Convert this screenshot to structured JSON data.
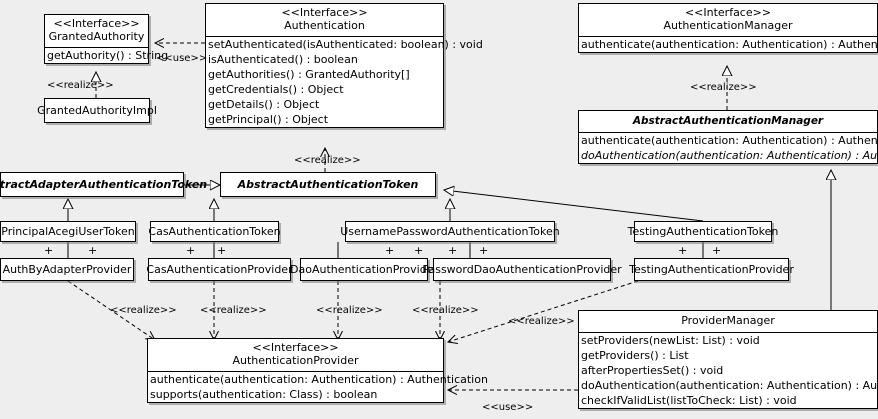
{
  "diagram": {
    "type": "uml-class-diagram",
    "background": "#eeeeee",
    "line_color": "#000000",
    "box_fill": "#ffffff"
  },
  "stereotypes": {
    "interface": "<<Interface>>",
    "realize": "<<realize>>",
    "use": "<<use>>",
    "assoc_marker": "+"
  },
  "classes": {
    "granted_authority": {
      "stereotype": "<<Interface>>",
      "name": "GrantedAuthority",
      "methods": [
        "getAuthority() : String"
      ]
    },
    "granted_authority_impl": {
      "name": "GrantedAuthorityImpl",
      "methods": []
    },
    "authentication": {
      "stereotype": "<<Interface>>",
      "name": "Authentication",
      "methods": [
        "setAuthenticated(isAuthenticated: boolean) : void",
        "isAuthenticated() : boolean",
        "getAuthorities() : GrantedAuthority[]",
        "getCredentials() : Object",
        "getDetails() : Object",
        "getPrincipal() : Object"
      ]
    },
    "authentication_manager": {
      "stereotype": "<<Interface>>",
      "name": "AuthenticationManager",
      "methods": [
        "authenticate(authentication: Authentication) : Authentication"
      ]
    },
    "abstract_authentication_manager": {
      "name": "AbstractAuthenticationManager",
      "abstract": true,
      "methods": [
        "authenticate(authentication: Authentication) : Authentication",
        "doAuthentication(authentication: Authentication) : Authentication"
      ]
    },
    "abstract_adapter_authentication_token": {
      "name": "AbstractAdapterAuthenticationToken",
      "abstract": true,
      "methods": []
    },
    "abstract_authentication_token": {
      "name": "AbstractAuthenticationToken",
      "abstract": true,
      "methods": []
    },
    "principal_acegi_user_token": {
      "name": "PrincipalAcegiUserToken",
      "methods": []
    },
    "cas_authentication_token": {
      "name": "CasAuthenticationToken",
      "methods": []
    },
    "username_password_authentication_token": {
      "name": "UsernamePasswordAuthenticationToken",
      "methods": []
    },
    "testing_authentication_token": {
      "name": "TestingAuthenticationToken",
      "methods": []
    },
    "auth_by_adapter_provider": {
      "name": "AuthByAdapterProvider",
      "methods": []
    },
    "cas_authentication_provider": {
      "name": "CasAuthenticationProvider",
      "methods": []
    },
    "dao_authentication_provider": {
      "name": "DaoAuthenticationProvider",
      "methods": []
    },
    "password_dao_authentication_provider": {
      "name": "PasswordDaoAuthenticationProvider",
      "methods": []
    },
    "testing_authentication_provider": {
      "name": "TestingAuthenticationProvider",
      "methods": []
    },
    "authentication_provider": {
      "stereotype": "<<Interface>>",
      "name": "AuthenticationProvider",
      "methods": [
        "authenticate(authentication: Authentication) : Authentication",
        "supports(authentication: Class) : boolean"
      ]
    },
    "provider_manager": {
      "name": "ProviderManager",
      "methods": [
        "setProviders(newList: List) : void",
        "getProviders() : List",
        "afterPropertiesSet() : void",
        "doAuthentication(authentication: Authentication) : Authentication",
        "checkIfValidList(listToCheck: List) : void"
      ]
    }
  },
  "edge_labels": [
    {
      "id": "use-granted-authority",
      "text": "<<use>>"
    },
    {
      "id": "realize-granted-authority-impl",
      "text": "<<realize>>"
    },
    {
      "id": "realize-auth-manager",
      "text": "<<realize>>"
    },
    {
      "id": "realize-abstract-auth-token",
      "text": "<<realize>>"
    },
    {
      "id": "realize-auth-by-adapter",
      "text": "<<realize>>"
    },
    {
      "id": "realize-cas-provider",
      "text": "<<realize>>"
    },
    {
      "id": "realize-dao-provider",
      "text": "<<realize>>"
    },
    {
      "id": "realize-password-dao-provider",
      "text": "<<realize>>"
    },
    {
      "id": "realize-testing-provider",
      "text": "<<realize>>"
    },
    {
      "id": "use-provider-manager",
      "text": "<<use>>"
    }
  ]
}
